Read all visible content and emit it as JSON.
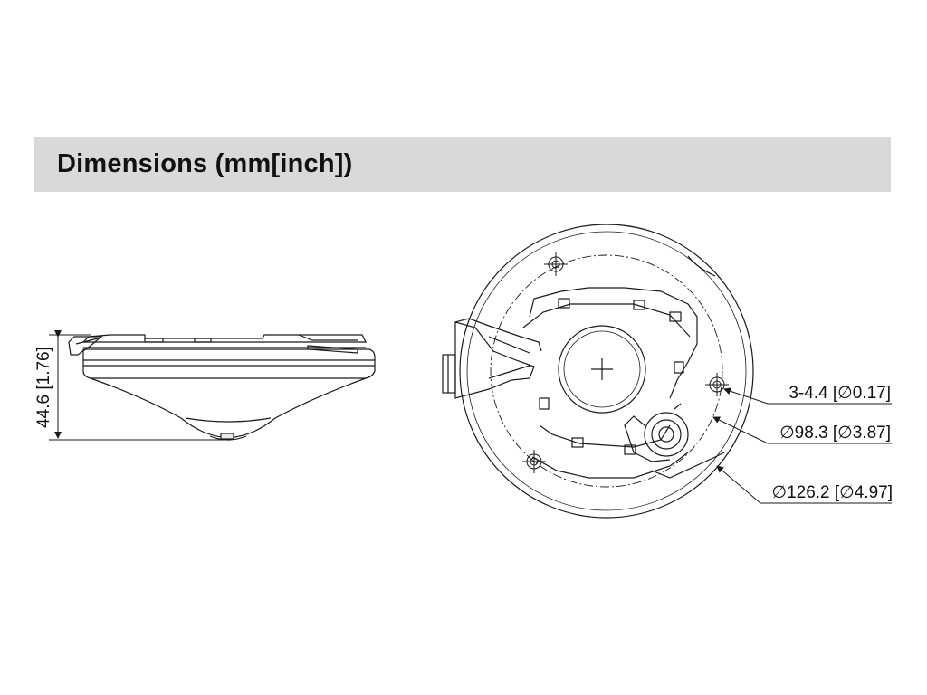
{
  "header": {
    "title": "Dimensions (mm[inch])"
  },
  "side_view": {
    "height_label": "44.6 [1.76]"
  },
  "top_view": {
    "callouts": [
      {
        "id": "screw-holes",
        "label": "3-4.4 [∅0.17]"
      },
      {
        "id": "inner-diameter",
        "label": "∅98.3 [∅3.87]"
      },
      {
        "id": "outer-diameter",
        "label": "∅126.2 [∅4.97]"
      }
    ]
  },
  "colors": {
    "header_background": "#d9d9d9",
    "line": "#1a1a1a",
    "text": "#111111"
  }
}
